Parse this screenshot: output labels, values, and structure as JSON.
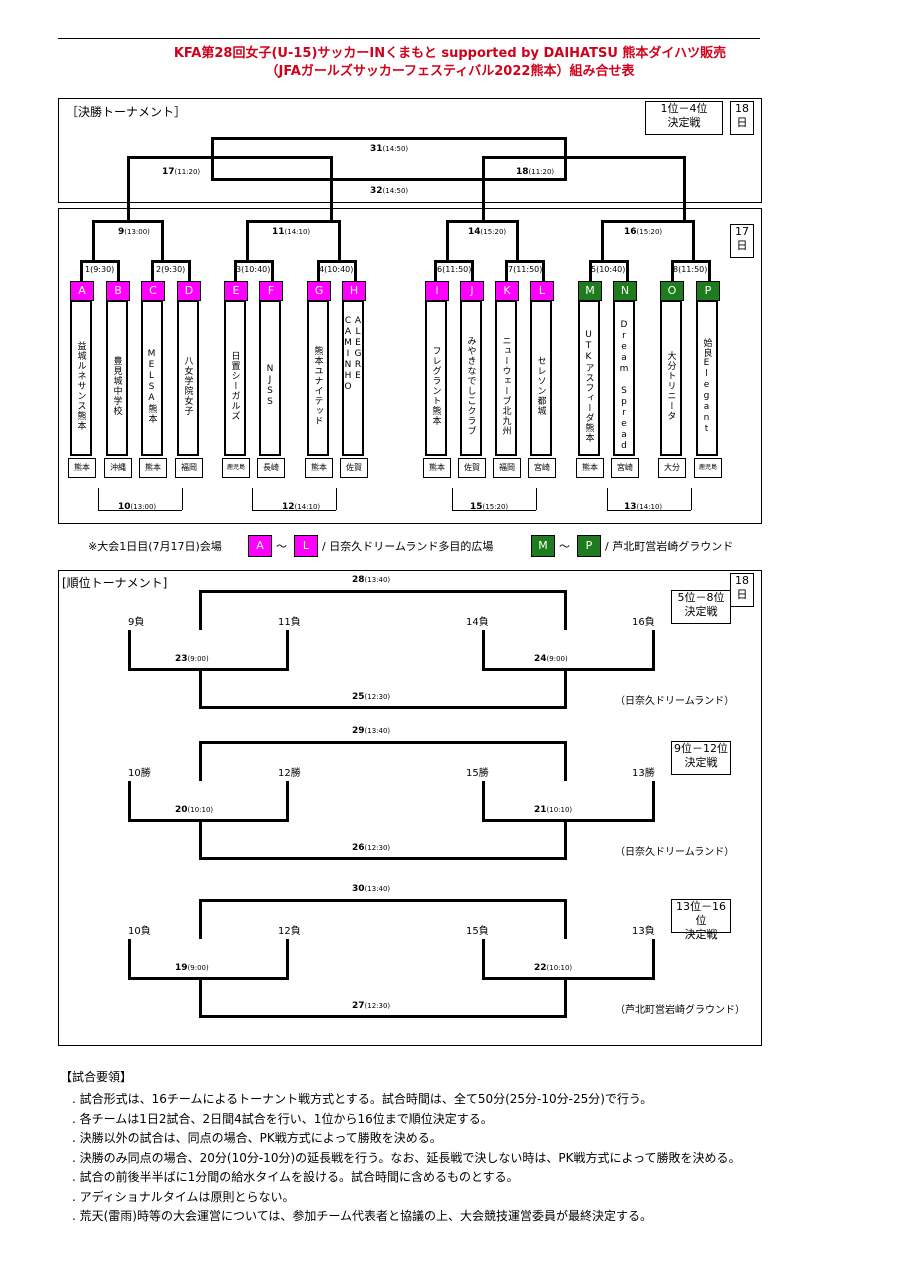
{
  "header": {
    "line1": "KFA第28回女子(U-15)サッカーINくまもと  supported by DAIHATSU 熊本ダイハツ販売",
    "line2": "（JFAガールズサッカーフェスティバル2022熊本）組み合せ表"
  },
  "final_section": {
    "label": "［決勝トーナメント］",
    "sidebox": "1位－4位\n決定戦",
    "day18": "18\n日",
    "day17": "17\n日"
  },
  "matches_top": {
    "m31": {
      "num": "31",
      "time": "(14:50)"
    },
    "m32": {
      "num": "32",
      "time": "(14:50)"
    },
    "m17": {
      "num": "17",
      "time": "(11:20)"
    },
    "m18": {
      "num": "18",
      "time": "(11:20)"
    },
    "m9": {
      "num": "9",
      "time": "(13:00)"
    },
    "m11": {
      "num": "11",
      "time": "(14:10)"
    },
    "m14": {
      "num": "14",
      "time": "(15:20)"
    },
    "m16": {
      "num": "16",
      "time": "(15:20)"
    },
    "m1": "1(9:30)",
    "m2": "2(9:30)",
    "m3": "3(10:40)",
    "m4": "4(10:40)",
    "m6": "6(11:50)",
    "m7": "7(11:50)",
    "m5": "5(10:40)",
    "m8": "8(11:50)",
    "m10": {
      "num": "10",
      "time": "(13:00)"
    },
    "m12": {
      "num": "12",
      "time": "(14:10)"
    },
    "m15": {
      "num": "15",
      "time": "(15:20)"
    },
    "m13": {
      "num": "13",
      "time": "(14:10)"
    }
  },
  "teams": [
    {
      "letter": "A",
      "name": "益城ルネサンス熊本",
      "pref": "熊本",
      "color": "pink"
    },
    {
      "letter": "B",
      "name": "豊見城中学校",
      "pref": "沖縄",
      "color": "pink"
    },
    {
      "letter": "C",
      "name": "MELSA熊本",
      "pref": "熊本",
      "color": "pink"
    },
    {
      "letter": "D",
      "name": "八女学院女子",
      "pref": "福岡",
      "color": "pink"
    },
    {
      "letter": "E",
      "name": "日置シーガルズ",
      "pref": "鹿児島",
      "color": "pink"
    },
    {
      "letter": "F",
      "name": "NJSS",
      "pref": "長崎",
      "color": "pink"
    },
    {
      "letter": "G",
      "name": "熊本ユナイテッド",
      "pref": "熊本",
      "color": "pink"
    },
    {
      "letter": "H",
      "name": "ALEGRE CAMINHO",
      "pref": "佐賀",
      "color": "pink"
    },
    {
      "letter": "I",
      "name": "フレグラント熊本",
      "pref": "熊本",
      "color": "pink"
    },
    {
      "letter": "J",
      "name": "みやきなでしこクラブ",
      "pref": "佐賀",
      "color": "pink"
    },
    {
      "letter": "K",
      "name": "ニューウェーブ北九州",
      "pref": "福岡",
      "color": "pink"
    },
    {
      "letter": "L",
      "name": "セレソン都城",
      "pref": "宮崎",
      "color": "pink"
    },
    {
      "letter": "M",
      "name": "UTKアスフィーダ熊本",
      "pref": "熊本",
      "color": "green"
    },
    {
      "letter": "N",
      "name": "Dream Spread",
      "pref": "宮崎",
      "color": "green"
    },
    {
      "letter": "O",
      "name": "大分トリニータ",
      "pref": "大分",
      "color": "green"
    },
    {
      "letter": "P",
      "name": "姶良Elegant",
      "pref": "鹿児島",
      "color": "green"
    }
  ],
  "legend": {
    "note": "※大会1日目(7月17日)会場",
    "a": "A",
    "tilde1": "～",
    "l": "L",
    "venue1": "/ 日奈久ドリームランド多目的広場",
    "m": "M",
    "tilde2": "～",
    "p": "P",
    "venue2": "/ 芦北町営岩崎グラウンド"
  },
  "placement_section": {
    "label": "[順位トーナメント]",
    "day18": "18\n日",
    "g1": {
      "box": "5位－8位\n決定戦",
      "top": {
        "num": "28",
        "time": "(13:40)"
      },
      "left": {
        "num": "23",
        "time": "(9:00)"
      },
      "right": {
        "num": "24",
        "time": "(9:00)"
      },
      "bottom": {
        "num": "25",
        "time": "(12:30)"
      },
      "slots": [
        "9負",
        "11負",
        "14負",
        "16負"
      ],
      "venue": "（日奈久ドリームランド）"
    },
    "g2": {
      "box": "9位－12位\n決定戦",
      "top": {
        "num": "29",
        "time": "(13:40)"
      },
      "left": {
        "num": "20",
        "time": "(10:10)"
      },
      "right": {
        "num": "21",
        "time": "(10:10)"
      },
      "bottom": {
        "num": "26",
        "time": "(12:30)"
      },
      "slots": [
        "10勝",
        "12勝",
        "15勝",
        "13勝"
      ],
      "venue": "（日奈久ドリームランド）"
    },
    "g3": {
      "box": "13位－16位\n決定戦",
      "top": {
        "num": "30",
        "time": "(13:40)"
      },
      "left": {
        "num": "19",
        "time": "(9:00)"
      },
      "right": {
        "num": "22",
        "time": "(10:10)"
      },
      "bottom": {
        "num": "27",
        "time": "(12:30)"
      },
      "slots": [
        "10負",
        "12負",
        "15負",
        "13負"
      ],
      "venue": "（芦北町営岩崎グラウンド）"
    }
  },
  "rules": {
    "heading": "【試合要領】",
    "items": [
      ". 試合形式は、16チームによるトーナント戦方式とする。試合時間は、全て50分(25分-10分-25分)で行う。",
      ". 各チームは1日2試合、2日間4試合を行い、1位から16位まで順位決定する。",
      ". 決勝以外の試合は、同点の場合、PK戦方式によって勝敗を決める。",
      ". 決勝のみ同点の場合、20分(10分-10分)の延長戦を行う。なお、延長戦で決しない時は、PK戦方式によって勝敗を決める。",
      ". 試合の前後半半ばに1分間の給水タイムを設ける。試合時間に含めるものとする。",
      ". アディショナルタイムは原則とらない。",
      ". 荒天(雷雨)時等の大会運営については、参加チーム代表者と協議の上、大会競技運営委員が最終決定する。"
    ]
  }
}
